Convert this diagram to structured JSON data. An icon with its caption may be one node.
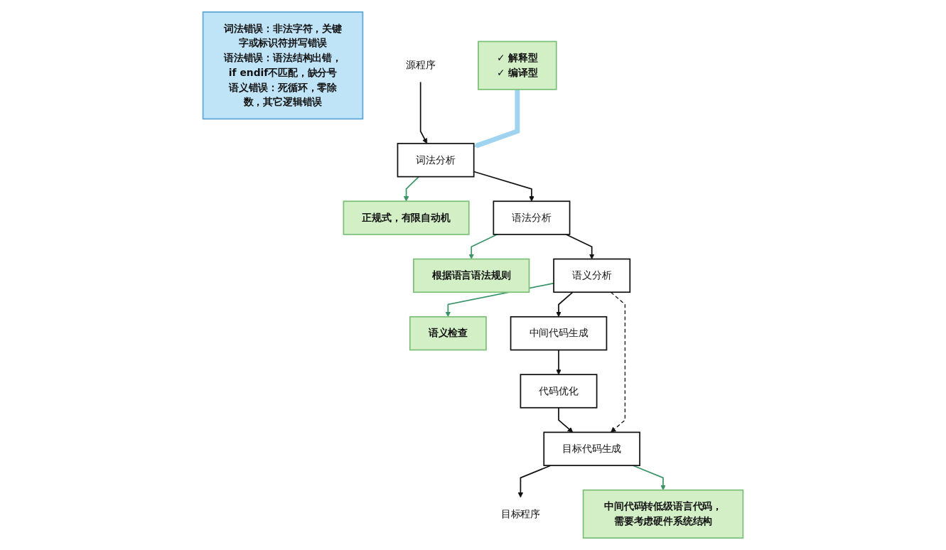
{
  "diagram": {
    "nodes": [
      {
        "text": [
          "词法错误：非法字符，关键字或标识符拼写错误",
          "语法错误：语法结构出错，if endif不匹配，缺分号",
          "语义错误：死循环，零除数，其它逻辑错误"
        ]
      },
      {
        "text": [
          "源程序"
        ]
      },
      {
        "text": [
          "✓ 解释型",
          "✓ 编译型"
        ]
      },
      {
        "text": [
          "词法分析"
        ]
      },
      {
        "text": [
          "正规式，有限自动机"
        ]
      },
      {
        "text": [
          "语法分析"
        ]
      },
      {
        "text": [
          "根据语言语法规则"
        ]
      },
      {
        "text": [
          "语义分析"
        ]
      },
      {
        "text": [
          "语义检查"
        ]
      },
      {
        "text": [
          "中间代码生成"
        ]
      },
      {
        "text": [
          "代码优化"
        ]
      },
      {
        "text": [
          "目标代码生成"
        ]
      },
      {
        "text": [
          "中间代码转低级语言代码，需要考虑硬件系统结构"
        ]
      },
      {
        "text": [
          "目标程序"
        ]
      }
    ],
    "edges": [
      {
        "from": 1,
        "to": 3,
        "arrow": "to"
      },
      {
        "from": 2,
        "to": 3,
        "arrow": "to",
        "style": "thick",
        "color": "#9fd3f0"
      },
      {
        "from": 3,
        "to": 5,
        "arrow": "to"
      },
      {
        "from": 5,
        "to": 7,
        "arrow": "to"
      },
      {
        "from": 7,
        "to": 9,
        "arrow": "to"
      },
      {
        "from": 9,
        "to": 10,
        "arrow": "to"
      },
      {
        "from": 10,
        "to": 11,
        "arrow": "to"
      },
      {
        "from": 11,
        "to": 13,
        "arrow": "to"
      },
      {
        "from": 3,
        "to": 4,
        "arrow": "to",
        "color": "#3a9466"
      },
      {
        "from": 5,
        "to": 6,
        "arrow": "to",
        "color": "#3a9466"
      },
      {
        "from": 7,
        "to": 8,
        "arrow": "to",
        "color": "#3a9466"
      },
      {
        "from": 11,
        "to": 12,
        "arrow": "to",
        "color": "#3a9466"
      },
      {
        "from": 7,
        "to": 11,
        "arrow": "to",
        "style": "dashed"
      }
    ]
  }
}
